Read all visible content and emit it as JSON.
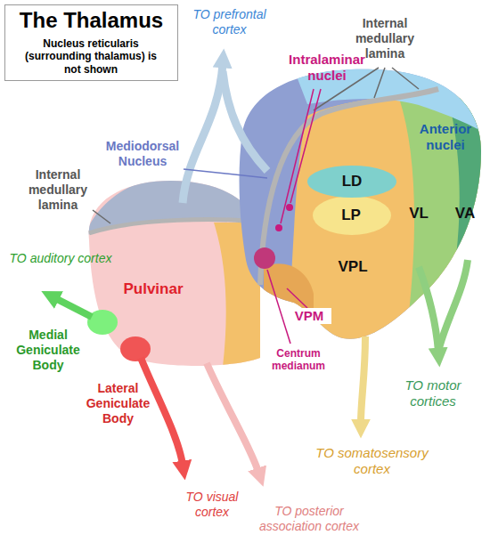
{
  "diagram": {
    "title": "The Thalamus",
    "nodes": [
      {
        "text": [
          "Pulvinar"
        ]
      },
      {
        "text": [
          "LD"
        ]
      },
      {
        "text": [
          "LP"
        ]
      },
      {
        "text": [
          "VL"
        ]
      },
      {
        "text": [
          "VA"
        ]
      },
      {
        "text": [
          "VPL"
        ]
      }
    ],
    "labels": [
      "Nucleus reticularis (surrounding thalamus) is not shown",
      "TO prefrontal cortex",
      "Internal medullary lamina",
      "Intralaminar nuclei",
      "Anterior nuclei",
      "Mediodorsal Nucleus",
      "Internal medullary lamina",
      "TO auditory cortex",
      "Medial Geniculate Body",
      "Lateral Geniculate Body",
      "VPM",
      "Centrum medianum",
      "TO motor cortices",
      "TO somatosensory cortex",
      "TO visual cortex",
      "TO posterior association cortex"
    ]
  }
}
